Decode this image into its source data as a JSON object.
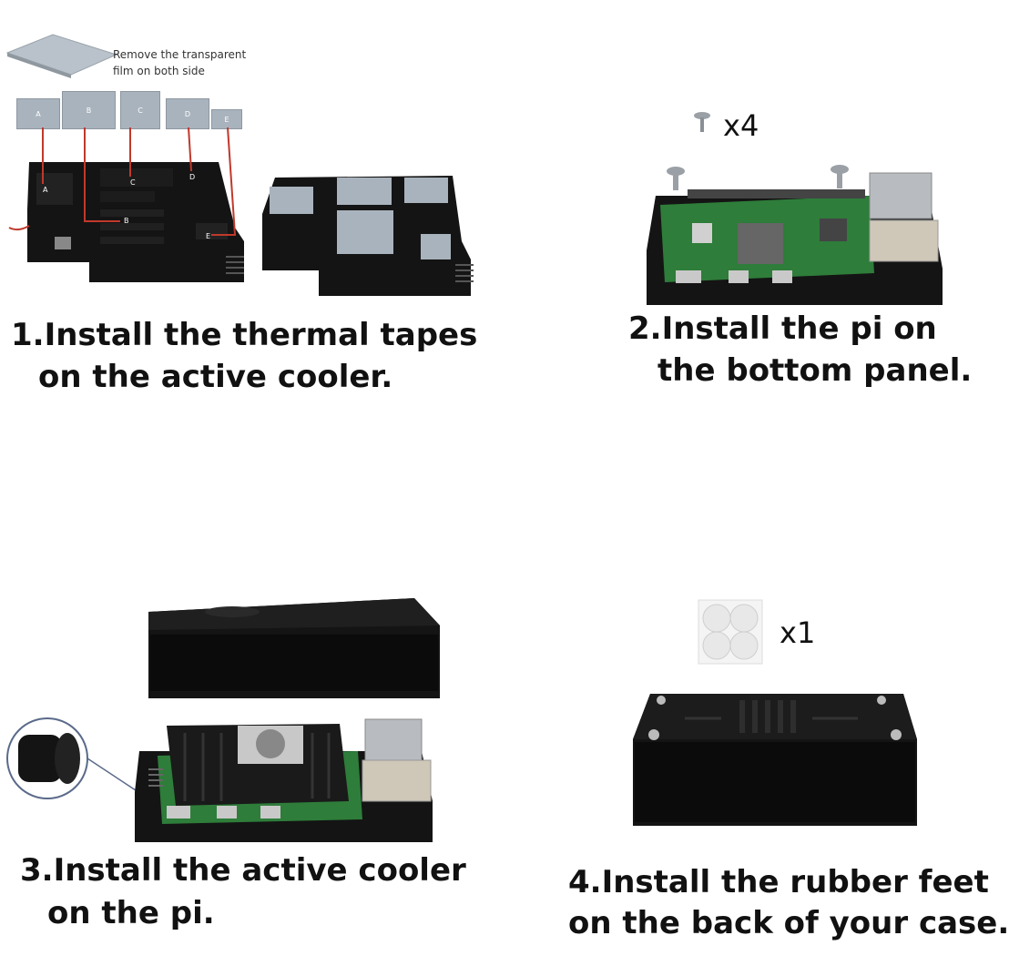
{
  "steps": [
    {
      "caption_line1": "1.Install the thermal tapes",
      "caption_line2": "on the active cooler.",
      "note_line1": "Remove the transparent",
      "note_line2": "film on both side",
      "pad_labels": [
        "A",
        "B",
        "C",
        "D",
        "E"
      ]
    },
    {
      "caption_line1": "2.Install the pi on",
      "caption_line2": "the bottom panel.",
      "screw_qty": "x4"
    },
    {
      "caption_line1": "3.Install the active cooler",
      "caption_line2": "on the pi."
    },
    {
      "caption_line1": "4.Install the rubber feet",
      "caption_line2": "on the back of your case.",
      "feet_qty": "x1"
    }
  ],
  "colors": {
    "pad": "#a9b3bd",
    "case": "#121212",
    "board": "#2e7d3a",
    "callout_line": "#c0392b"
  }
}
